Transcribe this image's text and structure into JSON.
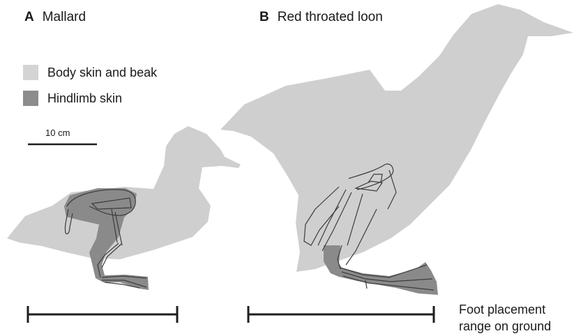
{
  "panels": [
    {
      "letter": "A",
      "title": "Mallard"
    },
    {
      "letter": "B",
      "title": "Red throated loon"
    }
  ],
  "legend": {
    "items": [
      {
        "label": "Body skin and beak",
        "color": "#d4d4d4"
      },
      {
        "label": "Hindlimb skin",
        "color": "#8c8c8c"
      }
    ]
  },
  "scale_bar": {
    "label": "10 cm"
  },
  "annotation": {
    "line1": "Foot placement",
    "line2": "range on ground"
  },
  "colors": {
    "body": "#cfcfcf",
    "hindlimb": "#8a8a8a",
    "outline": "#3c3c3c",
    "bar": "#1e1e1e"
  }
}
